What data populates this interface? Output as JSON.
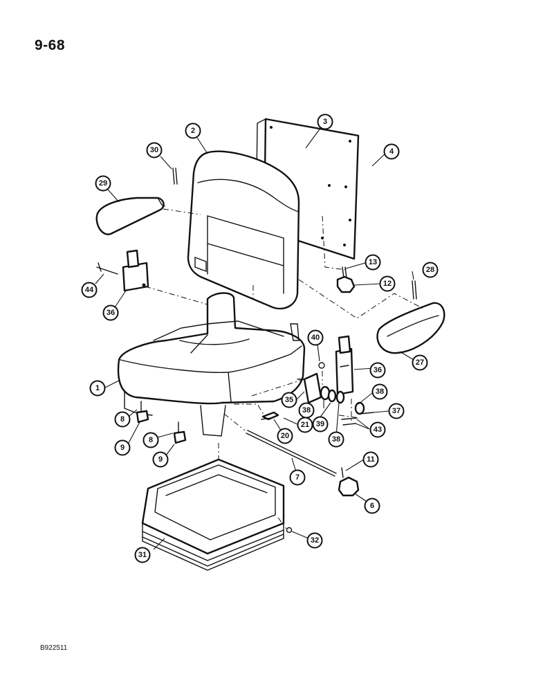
{
  "page_number": "9-68",
  "footer_code": "B922511",
  "callouts": [
    {
      "id": "c2",
      "label": "2"
    },
    {
      "id": "c3",
      "label": "3"
    },
    {
      "id": "c4",
      "label": "4"
    },
    {
      "id": "c30",
      "label": "30"
    },
    {
      "id": "c29",
      "label": "29"
    },
    {
      "id": "c44",
      "label": "44"
    },
    {
      "id": "c36a",
      "label": "36"
    },
    {
      "id": "c13",
      "label": "13"
    },
    {
      "id": "c12",
      "label": "12"
    },
    {
      "id": "c28",
      "label": "28"
    },
    {
      "id": "c27",
      "label": "27"
    },
    {
      "id": "c40",
      "label": "40"
    },
    {
      "id": "c36b",
      "label": "36"
    },
    {
      "id": "c1",
      "label": "1"
    },
    {
      "id": "c35",
      "label": "35"
    },
    {
      "id": "c38a",
      "label": "38"
    },
    {
      "id": "c38b",
      "label": "38"
    },
    {
      "id": "c37",
      "label": "37"
    },
    {
      "id": "c39",
      "label": "39"
    },
    {
      "id": "c38c",
      "label": "38"
    },
    {
      "id": "c43",
      "label": "43"
    },
    {
      "id": "c8a",
      "label": "8"
    },
    {
      "id": "c9a",
      "label": "9"
    },
    {
      "id": "c8b",
      "label": "8"
    },
    {
      "id": "c9b",
      "label": "9"
    },
    {
      "id": "c20",
      "label": "20"
    },
    {
      "id": "c21",
      "label": "21"
    },
    {
      "id": "c11",
      "label": "11"
    },
    {
      "id": "c7",
      "label": "7"
    },
    {
      "id": "c6",
      "label": "6"
    },
    {
      "id": "c32",
      "label": "32"
    },
    {
      "id": "c31",
      "label": "31"
    }
  ]
}
